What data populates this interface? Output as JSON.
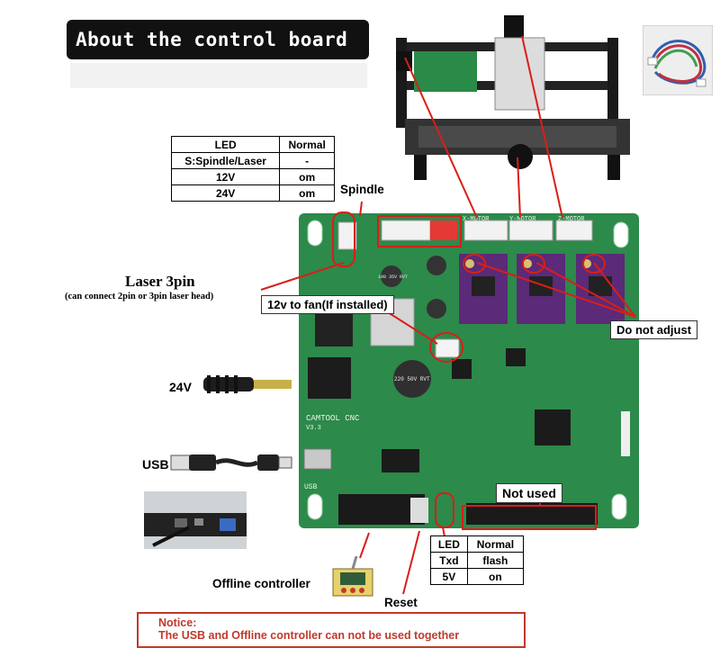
{
  "title": "About the control board",
  "top_table": {
    "headers": [
      "LED",
      "Normal"
    ],
    "rows": [
      [
        "S:Spindle/Laser",
        "-"
      ],
      [
        "12V",
        "om"
      ],
      [
        "24V",
        "om"
      ]
    ]
  },
  "labels": {
    "spindle": "Spindle",
    "laser_3pin": "Laser 3pin",
    "laser_note": "(can connect 2pin or 3pin laser head)",
    "fan": "12v to fan(If installed)",
    "do_not_adjust": "Do not adjust",
    "v24": "24V",
    "usb": "USB",
    "not_used": "Not used",
    "offline_controller": "Offline controller",
    "reset": "Reset"
  },
  "board_text": {
    "brand": "CAMTOOL CNC",
    "version": "V3.3",
    "usb_mark": "USB",
    "x_motor": "X-MOTOR",
    "y_motor": "Y-MOTOR",
    "z_motor": "Z-MOTOR",
    "cap_big": "220 50V RVT",
    "cap_small": "100 35V RVT"
  },
  "bottom_table": {
    "headers": [
      "LED",
      "Normal"
    ],
    "rows": [
      [
        "Txd",
        "flash"
      ],
      [
        "5V",
        "on"
      ]
    ]
  },
  "notice": {
    "title": "Notice:",
    "text": "The USB and Offline controller can not be used together"
  },
  "colors": {
    "board_green": "#2c8a4a",
    "callout_red": "#d91e18",
    "driver_purple": "#5b2a78",
    "notice_red": "#c0392b"
  }
}
